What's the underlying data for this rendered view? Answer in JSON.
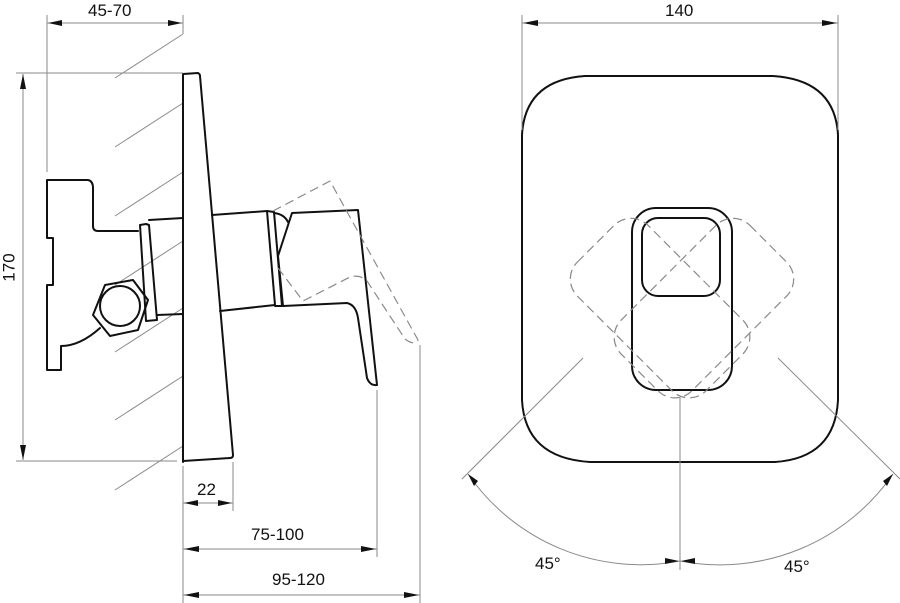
{
  "drawing": {
    "side_view": {
      "dimensions": {
        "top_depth": "45-70",
        "height": "170",
        "plate_thickness": "22",
        "lever_depth": "75-100",
        "total_depth": "95-120"
      }
    },
    "front_view": {
      "dimensions": {
        "width": "140",
        "rotation_left": "45°",
        "rotation_right": "45°"
      }
    },
    "colors": {
      "object_line": "#111111",
      "dimension_line": "#8a8a8a",
      "background": "#ffffff"
    }
  }
}
